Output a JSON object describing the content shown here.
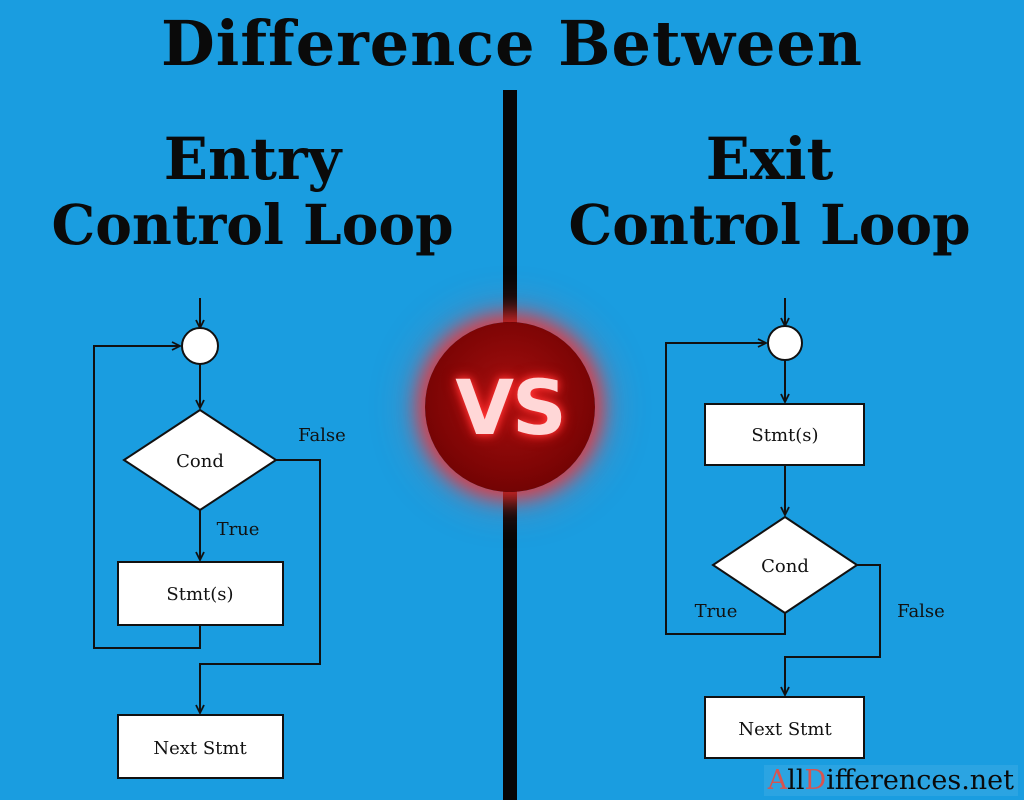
{
  "title": "Difference Between",
  "left": {
    "title_line1": "Entry",
    "title_line2": "Control Loop",
    "cond": "Cond",
    "false_label": "False",
    "true_label": "True",
    "stmt": "Stmt(s)",
    "next": "Next Stmt"
  },
  "right": {
    "title_line1": "Exit",
    "title_line2": "Control Loop",
    "stmt": "Stmt(s)",
    "cond": "Cond",
    "true_label": "True",
    "false_label": "False",
    "next": "Next Stmt"
  },
  "vs": "VS",
  "brand": {
    "part_a": "A",
    "part_b": "ll",
    "part_c": "D",
    "part_d": "ifferences.net"
  },
  "colors": {
    "background": "#1a9de0",
    "vs_circle": "#7e0505"
  }
}
